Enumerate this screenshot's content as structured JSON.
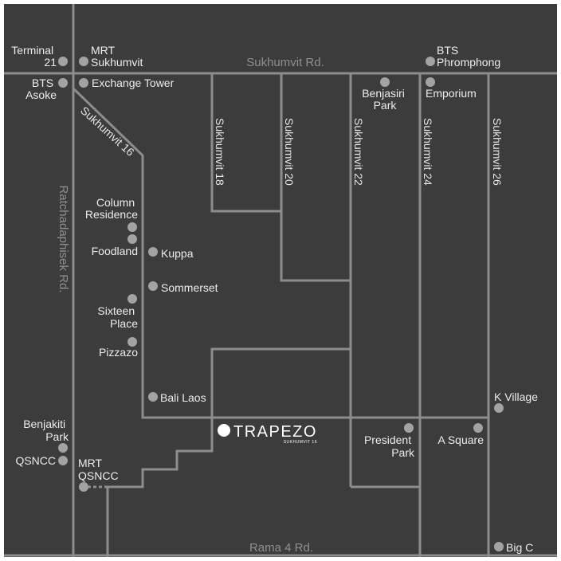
{
  "colors": {
    "background": "#3c3c3d",
    "road": "#8d8d8d",
    "poi": "#a3a3a3",
    "label": "#ececec",
    "major_road_label": "#8f8f8f"
  },
  "roads": {
    "sukhumvit": "Sukhumvit Rd.",
    "rama4": "Rama 4 Rd.",
    "ratchadaphisek": "Ratchadaphisek Rd.",
    "soi16": "Sukhumvit 16",
    "soi18": "Sukhumvit 18",
    "soi20": "Sukhumvit 20",
    "soi22": "Sukhumvit 22",
    "soi24": "Sukhumvit 24",
    "soi26": "Sukhumvit 26"
  },
  "places": {
    "terminal21": [
      "Terminal",
      "21"
    ],
    "mrt_sukhumvit": [
      "MRT",
      "Sukhumvit"
    ],
    "bts_phromphong": [
      "BTS",
      "Phromphong"
    ],
    "bts_asoke": [
      "BTS",
      "Asoke"
    ],
    "exchange_tower": "Exchange Tower",
    "benjasiri_park": [
      "Benjasiri",
      "Park"
    ],
    "emporium": "Emporium",
    "column_residence": [
      "Column",
      "Residence"
    ],
    "foodland": "Foodland",
    "kuppa": "Kuppa",
    "sommerset": "Sommerset",
    "sixteen_place": [
      "Sixteen",
      "Place"
    ],
    "pizzazo": "Pizzazo",
    "bali_laos": "Bali Laos",
    "k_village": "K Village",
    "benjakiti_park": [
      "Benjakiti",
      "Park"
    ],
    "qsncc": "QSNCC",
    "mrt_qsncc": [
      "MRT",
      "QSNCC"
    ],
    "president_park": [
      "President",
      "Park"
    ],
    "a_square": "A Square",
    "big_c": "Big C"
  },
  "brand": {
    "name": "TRAPEZO",
    "subtitle": "SUKHUMVIT 16"
  }
}
